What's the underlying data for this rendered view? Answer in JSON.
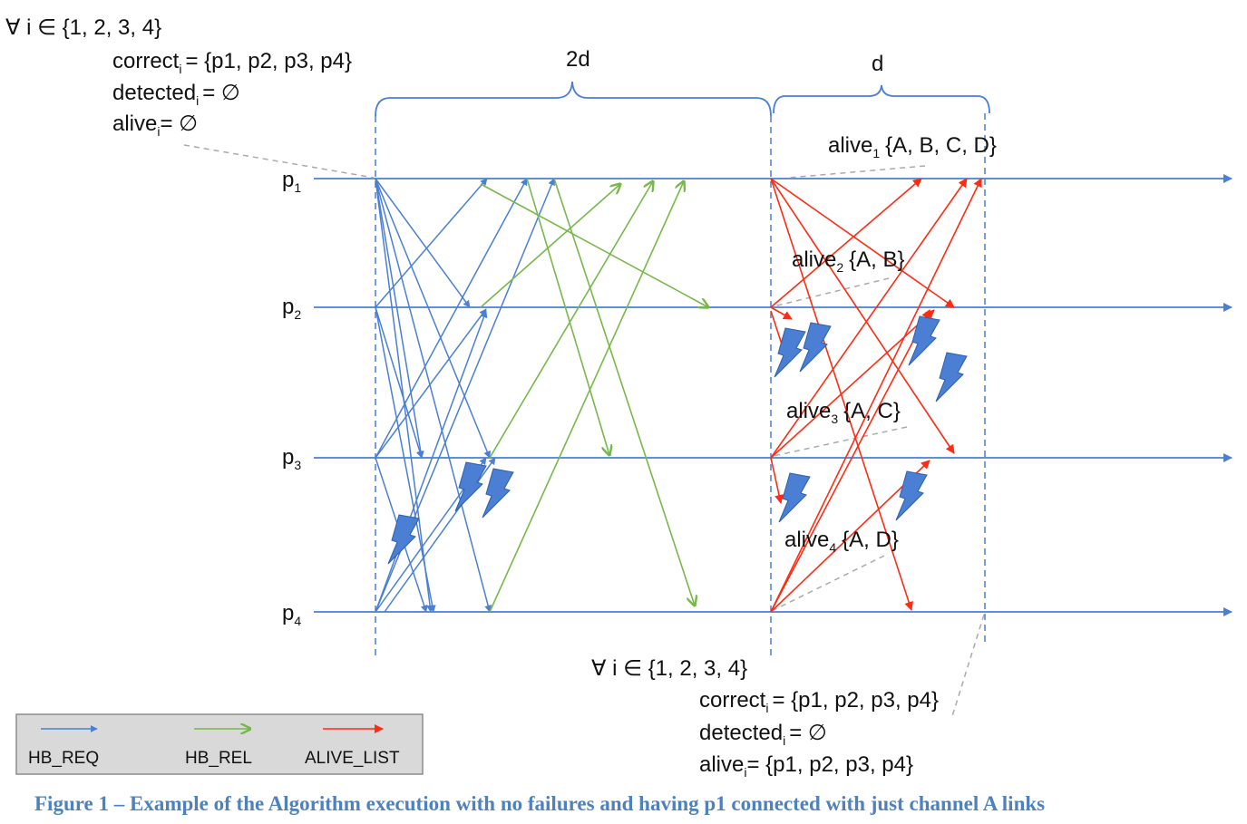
{
  "diagram": {
    "top_block": {
      "forall": "∀ i ∈ {1, 2, 3, 4}",
      "correct": "correct",
      "correct_value": "= {p1, p2, p3, p4}",
      "detected": "detected",
      "detected_value": "= ∅",
      "alive": "alive",
      "alive_value": "= ∅"
    },
    "bottom_block": {
      "forall": "∀ i ∈ {1, 2, 3, 4}",
      "correct": "correct",
      "correct_value": "= {p1, p2, p3, p4}",
      "detected": "detected",
      "detected_value": "= ∅",
      "alive": "alive",
      "alive_value": "= {p1, p2, p3, p4}"
    },
    "sub_i": "i",
    "interval_long": "2d",
    "interval_short": "d",
    "process_prefix": "p",
    "processes": [
      "1",
      "2",
      "3",
      "4"
    ],
    "alive_sets": [
      {
        "name": "alive",
        "sub": "1",
        "value": "{A, B, C, D}"
      },
      {
        "name": "alive",
        "sub": "2",
        "value": "{A, B}"
      },
      {
        "name": "alive",
        "sub": "3",
        "value": "{A, C}"
      },
      {
        "name": "alive",
        "sub": "4",
        "value": "{A, D}"
      }
    ],
    "legend": [
      {
        "label": "HB_REQ",
        "color": "#4a7fd4"
      },
      {
        "label": "HB_REL",
        "color": "#77b84a"
      },
      {
        "label": "ALIVE_LIST",
        "color": "#ff2b12"
      }
    ],
    "caption": "Figure 1 – Example of the Algorithm execution with no failures and having p1 connected with just channel A links"
  }
}
